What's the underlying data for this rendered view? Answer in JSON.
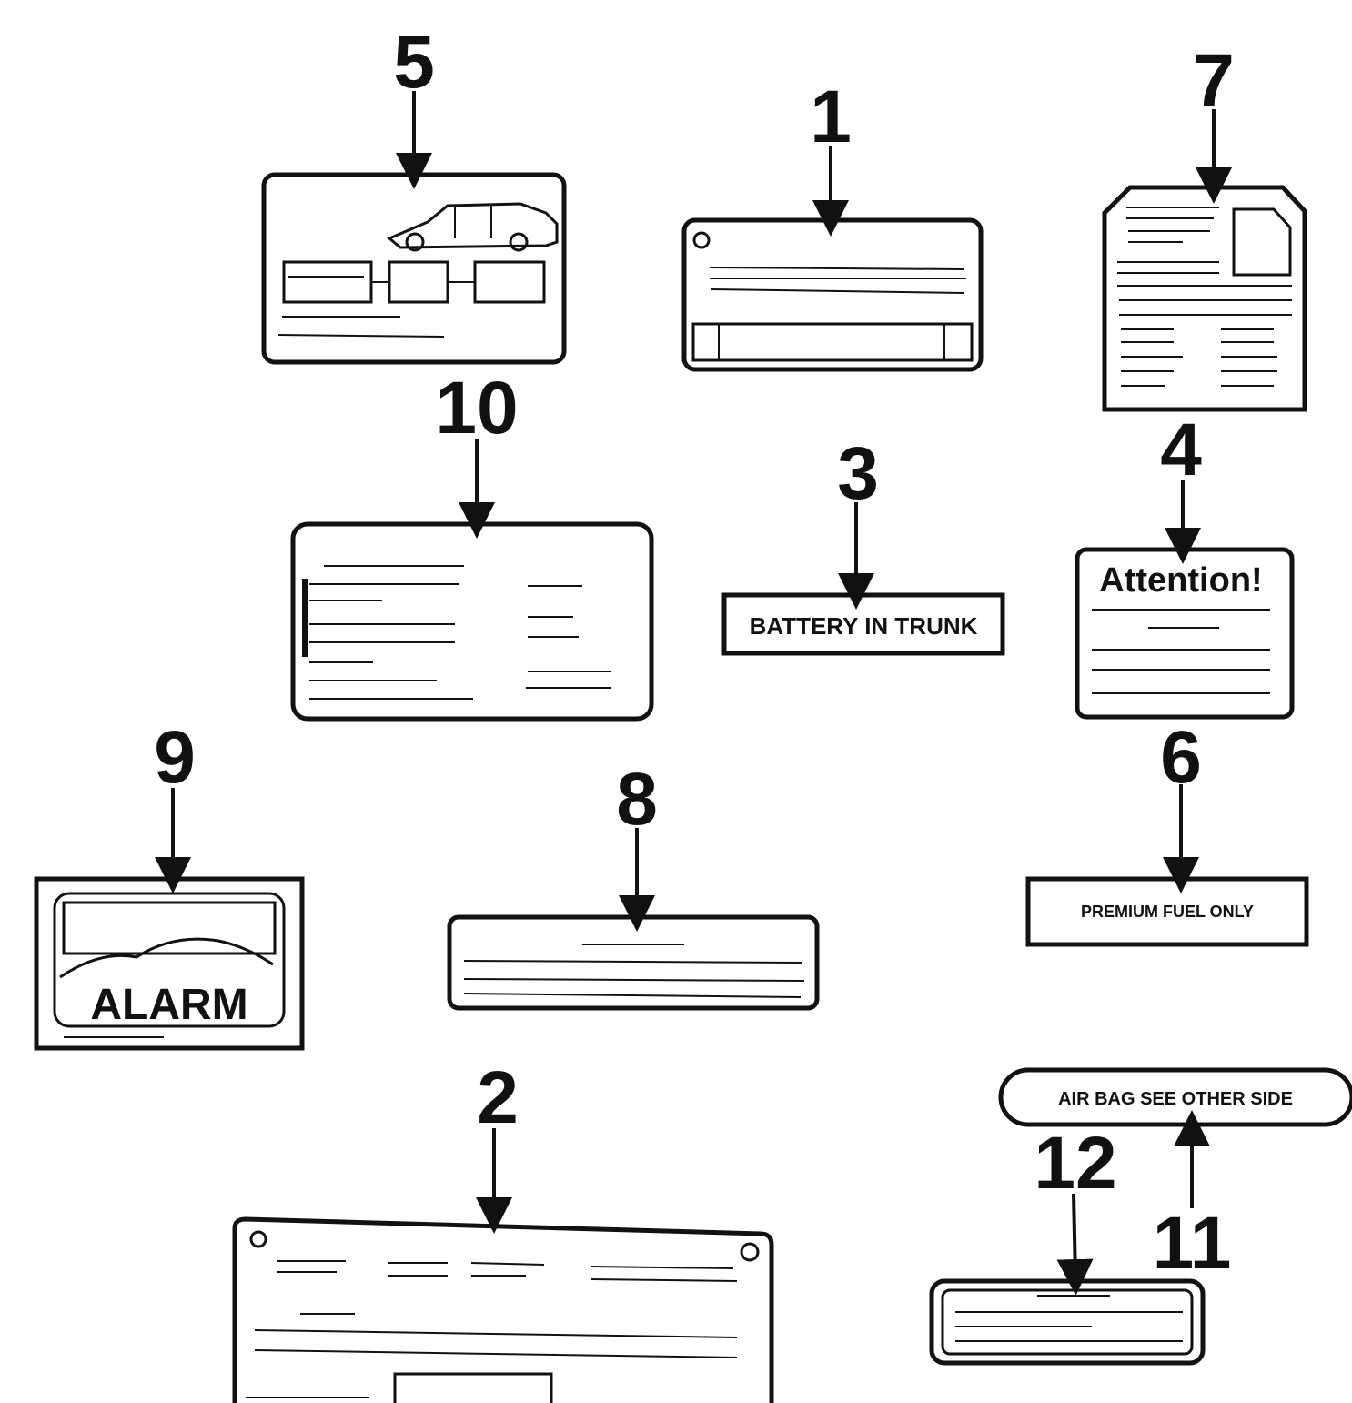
{
  "callouts": {
    "n1": "1",
    "n2": "2",
    "n3": "3",
    "n4": "4",
    "n5": "5",
    "n6": "6",
    "n7": "7",
    "n8": "8",
    "n9": "9",
    "n10": "10",
    "n11": "11",
    "n12": "12"
  },
  "label_text": {
    "battery": "BATTERY IN TRUNK",
    "attention": "Attention!",
    "premium_fuel": "PREMIUM FUEL ONLY",
    "alarm": "ALARM",
    "air_bag": "AIR BAG SEE OTHER SIDE"
  }
}
